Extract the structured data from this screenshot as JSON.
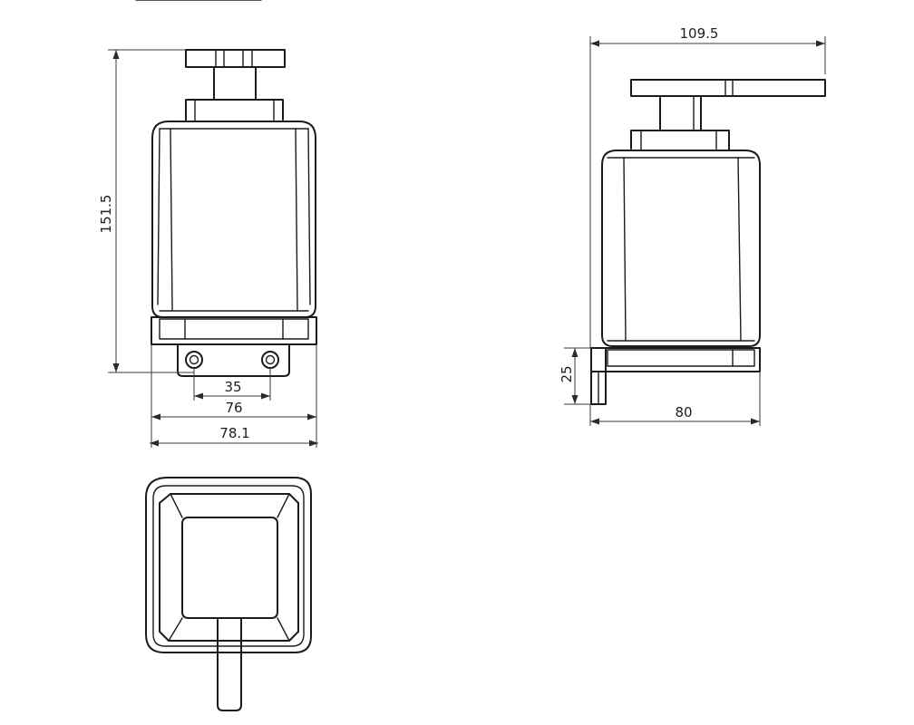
{
  "dimensions": {
    "front_height": "151.5",
    "hole_spacing": "35",
    "base_width": "76",
    "overall_width": "78.1",
    "side_overall_depth": "109.5",
    "mount_height": "25",
    "side_base_depth": "80"
  }
}
